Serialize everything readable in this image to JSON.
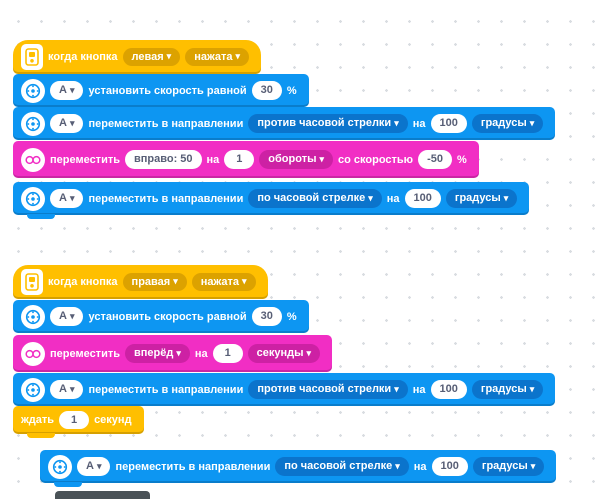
{
  "colors": {
    "canvas-bg": "#ffffff",
    "canvas-dot": "#d9dde1",
    "yellow": "#ffbf00",
    "yellow-dark": "#dca200",
    "blue": "#0d96f2",
    "blue-dark": "#0b74cc",
    "pink": "#f12ec4",
    "pink-dark": "#cd21a4",
    "value-text": "#575e75",
    "occluded-block": "#4a5257"
  },
  "icons": {
    "caret": "▾",
    "hat": "hub-button-icon",
    "motor": "motor-icon",
    "movement": "drive-base-icon"
  },
  "stack1": {
    "hat": {
      "label": "когда кнопка",
      "button": "левая",
      "state": "нажата"
    },
    "set_speed": {
      "port": "A",
      "label": "установить скорость равной",
      "value": "30",
      "unit": "%"
    },
    "run_ccw": {
      "port": "A",
      "label": "переместить в направлении",
      "direction": "против часовой стрелки",
      "for": "на",
      "value": "100",
      "unit": "градусы"
    },
    "move_steer": {
      "label": "переместить",
      "steering": "вправо: 50",
      "for": "на",
      "value": "1",
      "unit": "обороты",
      "speed_label": "со скоростью",
      "speed": "-50",
      "percent": "%"
    },
    "run_cw": {
      "port": "A",
      "label": "переместить в направлении",
      "direction": "по часовой стрелке",
      "for": "на",
      "value": "100",
      "unit": "градусы"
    }
  },
  "stack2": {
    "hat": {
      "label": "когда кнопка",
      "button": "правая",
      "state": "нажата"
    },
    "set_speed": {
      "port": "A",
      "label": "установить скорость равной",
      "value": "30",
      "unit": "%"
    },
    "move_fwd": {
      "label": "переместить",
      "direction": "вперёд",
      "for": "на",
      "value": "1",
      "unit": "секунды"
    },
    "run_ccw": {
      "port": "A",
      "label": "переместить в направлении",
      "direction": "против часовой стрелки",
      "for": "на",
      "value": "100",
      "unit": "градусы"
    },
    "wait": {
      "label": "ждать",
      "value": "1",
      "unit": "секунд"
    }
  },
  "detached": {
    "run_cw": {
      "port": "A",
      "label": "переместить в направлении",
      "direction": "по часовой стрелке",
      "for": "на",
      "value": "100",
      "unit": "градусы"
    }
  }
}
